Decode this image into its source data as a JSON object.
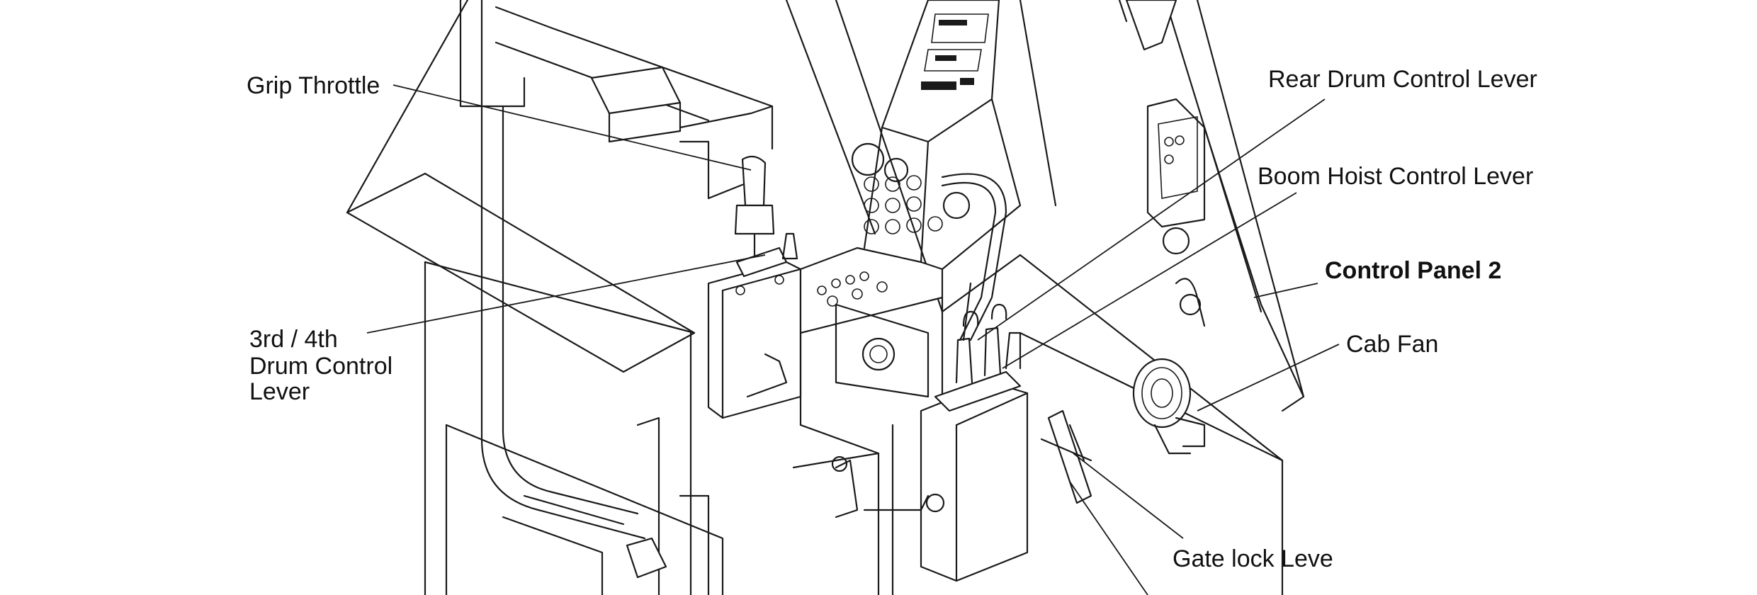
{
  "labels": {
    "grip_throttle": "Grip Throttle",
    "rear_drum": "Rear Drum Control Lever",
    "boom_hoist": "Boom Hoist Control Lever",
    "control_panel_2": "Control Panel 2",
    "cab_fan": "Cab Fan",
    "drum_3_4_line1": "3rd / 4th",
    "drum_3_4_line2": "Drum Control",
    "drum_3_4_line3": "Lever",
    "gate_lock": "Gate lock Leve"
  }
}
